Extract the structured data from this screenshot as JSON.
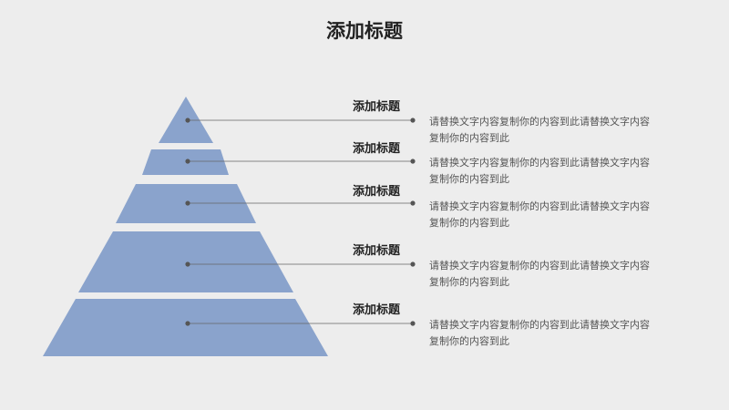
{
  "title": "添加标题",
  "colors": {
    "layer": "#8aa3cc",
    "line": "#666666",
    "dot": "#555555"
  },
  "levels": [
    {
      "heading": "添加标题",
      "text": "请替换文字内容复制你的内容到此请替换文字内容复制你的内容到此"
    },
    {
      "heading": "添加标题",
      "text": "请替换文字内容复制你的内容到此请替换文字内容复制你的内容到此"
    },
    {
      "heading": "添加标题",
      "text": "请替换文字内容复制你的内容到此请替换文字内容复制你的内容到此"
    },
    {
      "heading": "添加标题",
      "text": "请替换文字内容复制你的内容到此请替换文字内容复制你的内容到此"
    },
    {
      "heading": "添加标题",
      "text": "请替换文字内容复制你的内容到此请替换文字内容复制你的内容到此"
    }
  ]
}
